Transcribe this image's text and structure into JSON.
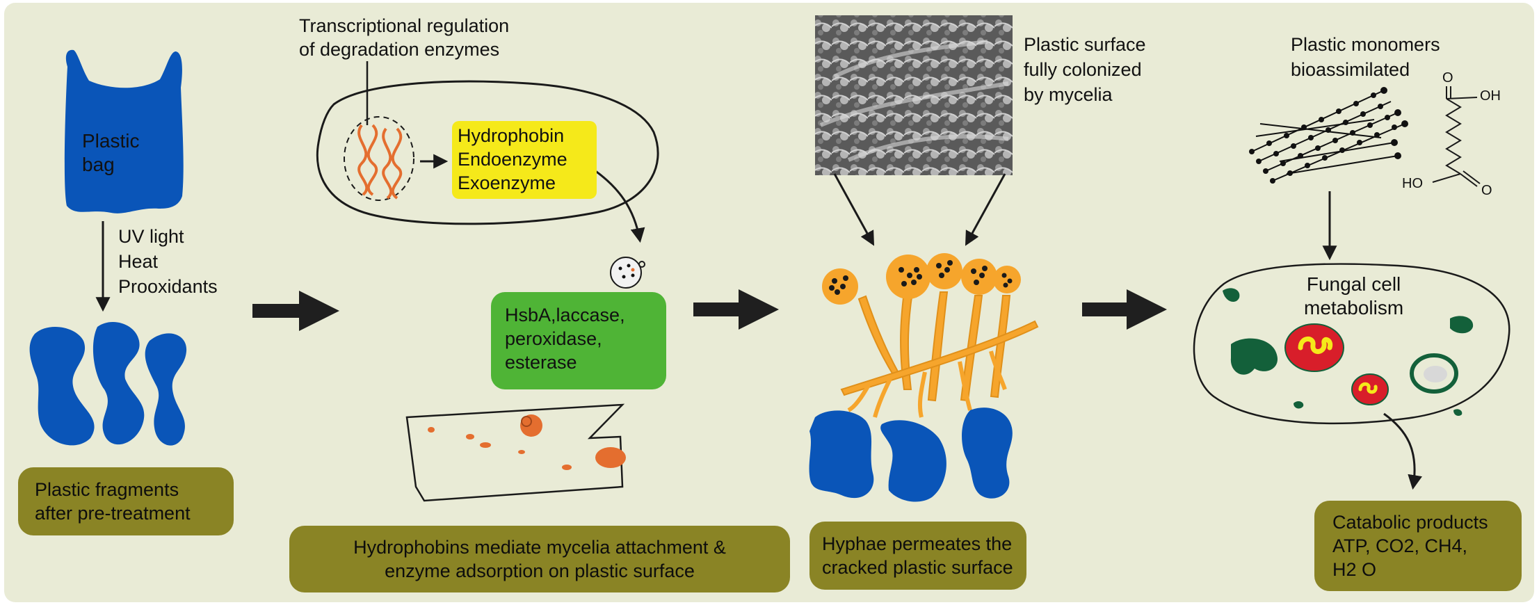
{
  "colors": {
    "background": "#e9ebd6",
    "plastic": "#0a55b8",
    "label_pill": "#8a8425",
    "enzyme_box": "#f5e91a",
    "green_box": "#4fb436",
    "hyphae": "#f6a52c",
    "dna": "#e46e2f",
    "mitochondria": "#d81e2a",
    "dark_green": "#13603a"
  },
  "stage1": {
    "bag_label": "Plastic\nbag",
    "treatment": "UV light\nHeat\nProoxidants",
    "caption": "Plastic fragments\nafter pre-treatment"
  },
  "stage2": {
    "regulation": "Transcriptional regulation\nof degradation enzymes",
    "enzymes_box": "Hydrophobin\nEndoenzyme\nExoenzyme",
    "green_box": "HsbA,laccase,\nperoxidase,\nesterase",
    "caption": "Hydrophobins mediate mycelia attachment &\nenzyme adsorption on plastic surface"
  },
  "stage3": {
    "colonized": "Plastic surface\nfully colonized\nby mycelia",
    "caption": "Hyphae permeates the\ncracked plastic surface"
  },
  "stage4": {
    "monomers": "Plastic monomers\nbioassimilated",
    "oh_top": "OH",
    "oh_bottom": "HO",
    "o_top": "O",
    "o_bottom": "O",
    "cell_label": "Fungal cell\nmetabolism",
    "caption": "Catabolic products\nATP, CO2, CH4,\nH2 O"
  },
  "icons": [
    "plastic-bag-icon",
    "plastic-fragment-icon",
    "dna-icon",
    "vesicle-icon",
    "plastic-sheet-icon",
    "sem-micrograph-icon",
    "hyphae-icon",
    "polymer-chain-icon",
    "molecule-icon",
    "mitochondria-icon",
    "vacuole-icon",
    "process-arrow-icon"
  ]
}
